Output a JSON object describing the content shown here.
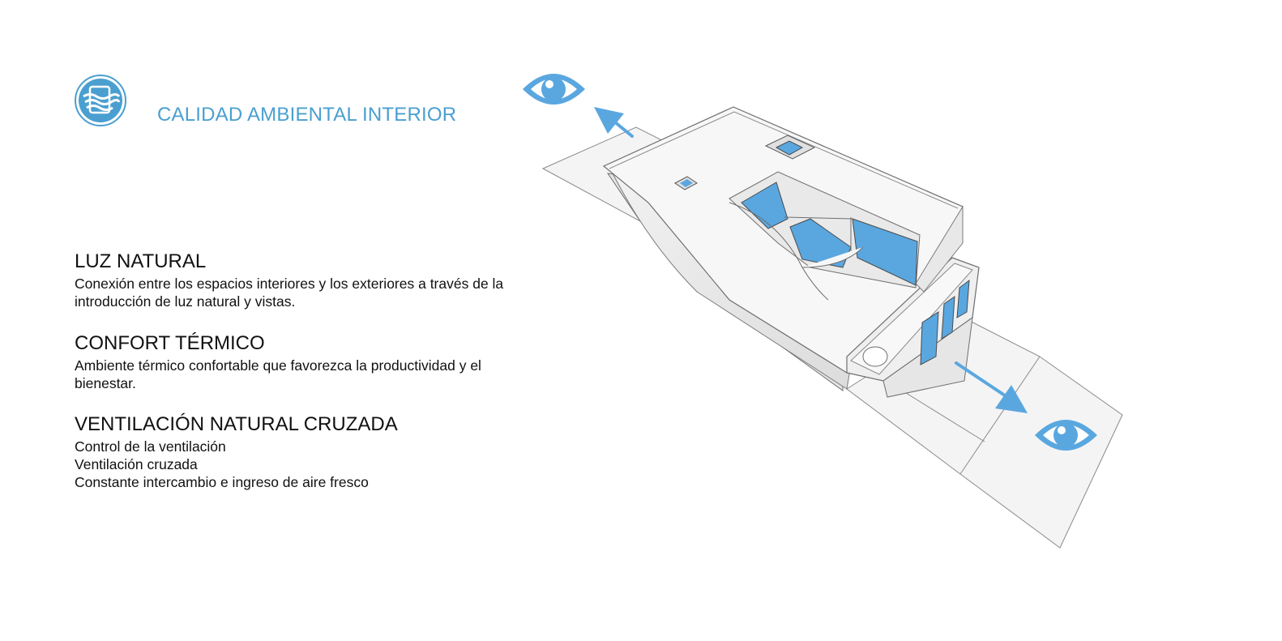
{
  "header": {
    "title": "CALIDAD AMBIENTAL INTERIOR",
    "icon": "indoor-air-quality-icon",
    "accent_color": "#4a9fd0"
  },
  "sections": [
    {
      "heading": "LUZ NATURAL",
      "lines": [
        "Conexión entre los espacios interiores y los exteriores a través de la",
        "introducción de luz natural y vistas."
      ]
    },
    {
      "heading": "CONFORT TÉRMICO",
      "lines": [
        "Ambiente térmico confortable que favorezca la productividad y el",
        "bienestar."
      ]
    },
    {
      "heading": "VENTILACIÓN NATURAL CRUZADA",
      "lines": [
        "Control de la ventilación",
        "Ventilación cruzada",
        "Constante intercambio e ingreso de aire fresco"
      ]
    }
  ],
  "diagram": {
    "icons": [
      "eye-icon",
      "arrow-icon"
    ],
    "colors": {
      "glass": "#5aa7e0",
      "eye": "#5aa7e0",
      "volume": "#f0f0f0",
      "edges": "#6e6e6e"
    }
  }
}
